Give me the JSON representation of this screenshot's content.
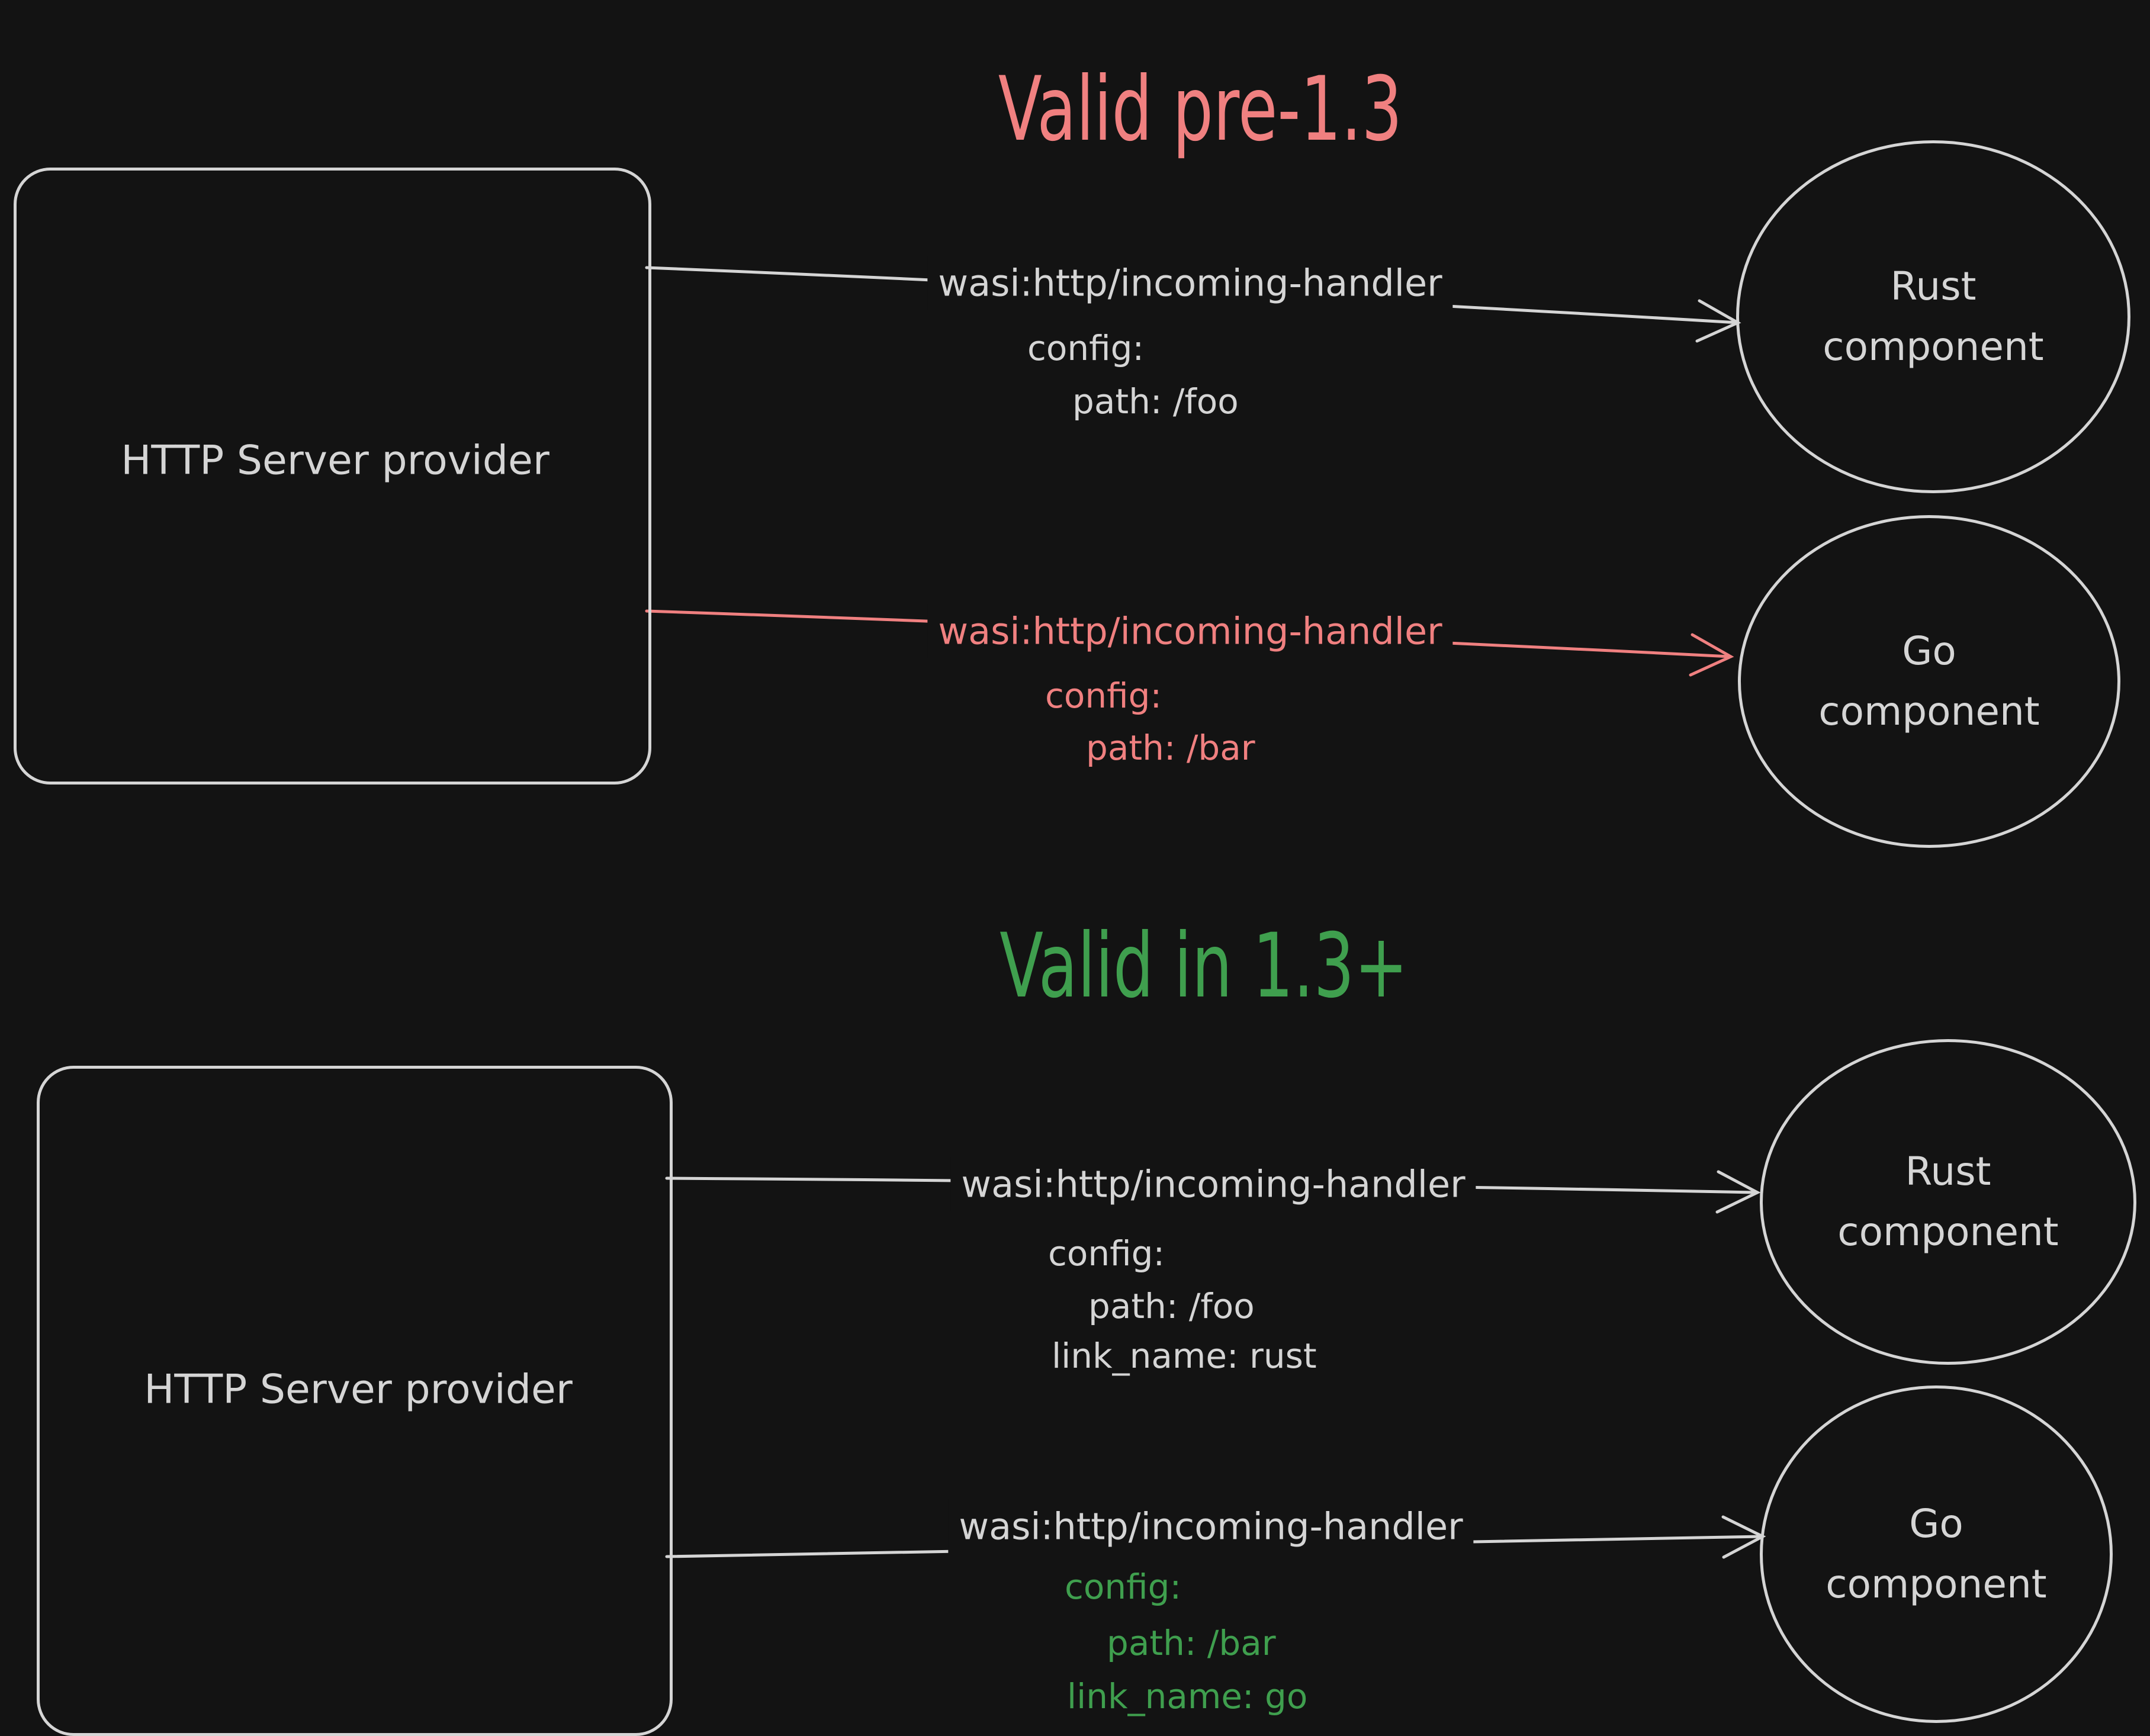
{
  "colors": {
    "background": "#131313",
    "ink": "#d5d5d5",
    "red": "#f08080",
    "green": "#3f9f4e"
  },
  "pre13": {
    "title": "Valid pre-1.3",
    "provider_label": "HTTP Server provider",
    "rust_arrow": {
      "interface_label": "wasi:http/incoming-handler",
      "config_key": "config:",
      "config_path": "path: /foo"
    },
    "go_arrow": {
      "interface_label": "wasi:http/incoming-handler",
      "config_key": "config:",
      "config_path": "path: /bar"
    },
    "rust_component": {
      "name": "Rust",
      "suffix": "component"
    },
    "go_component": {
      "name": "Go",
      "suffix": "component"
    }
  },
  "v13plus": {
    "title": "Valid in 1.3+",
    "provider_label": "HTTP Server provider",
    "rust_arrow": {
      "interface_label": "wasi:http/incoming-handler",
      "config_key": "config:",
      "config_path": "path: /foo",
      "config_link_name": "link_name: rust"
    },
    "go_arrow": {
      "interface_label": "wasi:http/incoming-handler",
      "config_key": "config:",
      "config_path": "path: /bar",
      "config_link_name": "link_name: go"
    },
    "rust_component": {
      "name": "Rust",
      "suffix": "component"
    },
    "go_component": {
      "name": "Go",
      "suffix": "component"
    }
  }
}
